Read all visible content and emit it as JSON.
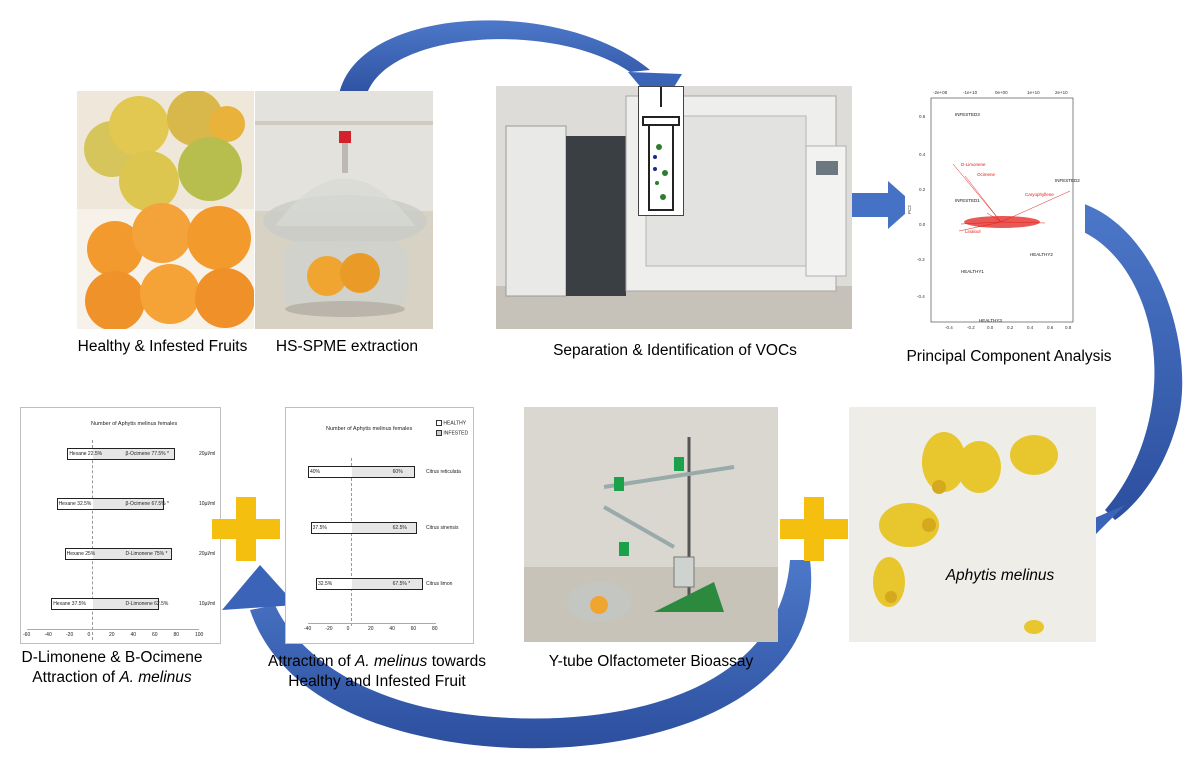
{
  "steps": {
    "fruits": {
      "caption": "Healthy & Infested Fruits"
    },
    "extraction": {
      "caption": "HS-SPME extraction"
    },
    "gcms": {
      "caption": "Separation & Identification of VOCs"
    },
    "pca": {
      "caption": "Principal Component Analysis"
    },
    "insect": {
      "caption": "Aphytis melinus"
    },
    "olfactometer": {
      "caption": "Y-tube Olfactometer Bioassay"
    },
    "attraction_fruit": {
      "caption_line1_pre": "Attraction of ",
      "caption_species": "A. melinus",
      "caption_line1_post": " towards",
      "caption_line2": "Healthy and Infested Fruit"
    },
    "attraction_compounds": {
      "caption_line1": "D-Limonene & B-Ocimene",
      "caption_line2_pre": "Attraction of ",
      "caption_species": "A. melinus"
    }
  },
  "pca_plot": {
    "top_ticks": [
      "-2e+08",
      "-1e+10",
      "0e+00",
      "1e+10",
      "2e+10"
    ],
    "left_ticks": [
      "0.6",
      "0.4",
      "0.2",
      "0.0",
      "-0.2",
      "-0.4"
    ],
    "bottom_ticks": [
      "-0.4",
      "-0.2",
      "0.0",
      "0.2",
      "0.4",
      "0.6",
      "0.8"
    ],
    "ylabel": "PC2",
    "labels": [
      "INFESTED3",
      "D-Limonene",
      "Ocimene",
      "INFESTED2",
      "INFESTED1",
      "HEALTHY2",
      "HEALTHY1",
      "HEALTHY3",
      "Caryophyllene",
      "Linalool"
    ]
  },
  "chart_left": {
    "title": "Number of Aphytis melinus females",
    "rows": [
      {
        "left_label": "Hexane 22.5%",
        "right_label": "β-Ocimene 77.5% *",
        "side": "20μl/ml",
        "left": 22.5,
        "right": 77.5
      },
      {
        "left_label": "Hexane 32.5%",
        "right_label": "β-Ocimene 67.5% *",
        "side": "10μl/ml",
        "left": 32.5,
        "right": 67.5
      },
      {
        "left_label": "Hexane 25%",
        "right_label": "D-Limonene 75% *",
        "side": "20μl/ml",
        "left": 25,
        "right": 75
      },
      {
        "left_label": "Hexane 37.5%",
        "right_label": "D-Limonene 62.5%",
        "side": "10μl/ml",
        "left": 37.5,
        "right": 62.5
      }
    ],
    "xticks": [
      "-60",
      "-40",
      "-20",
      "0",
      "20",
      "40",
      "60",
      "80",
      "100"
    ],
    "xlim": [
      -60,
      100
    ]
  },
  "chart_right": {
    "title": "Number of Aphytis melinus females",
    "legend": [
      "HEALTHY",
      "INFESTED"
    ],
    "rows": [
      {
        "left_label": "40%",
        "right_label": "60%",
        "side": "Citrus reticulata",
        "left": 40,
        "right": 60
      },
      {
        "left_label": "37.5%",
        "right_label": "62.5%",
        "side": "Citrus sinensis",
        "left": 37.5,
        "right": 62.5
      },
      {
        "left_label": "32.5%",
        "right_label": "67.5% *",
        "side": "Citrus limon",
        "left": 32.5,
        "right": 67.5
      }
    ],
    "xticks": [
      "-40",
      "-20",
      "0",
      "20",
      "40",
      "60",
      "80"
    ],
    "xlim": [
      -40,
      80
    ]
  },
  "colors": {
    "arrow": "#3b64b8",
    "arrow_dark": "#2a4d99",
    "plus": "#f5bf0f",
    "pca_red": "#e0201b"
  }
}
